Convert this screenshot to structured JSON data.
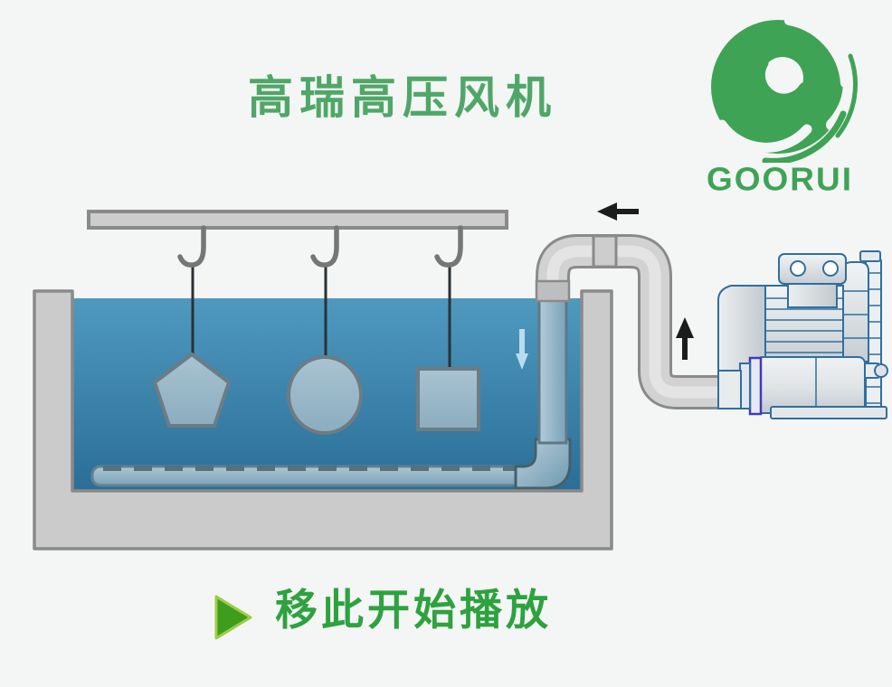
{
  "header": {
    "title": "高瑞高压风机",
    "brand": "GOORUI"
  },
  "footer": {
    "play_label": "移此开始播放"
  },
  "colors": {
    "background": "#f4f5f5",
    "title_green": "#4fa767",
    "logo_green": "#3fa356",
    "play_text_green": "#2ea23f",
    "play_triangle_fill": "#3f9d1e",
    "play_triangle_border": "#9ccd44",
    "liquid_top": "#4f99bf",
    "liquid_bottom": "#2a6e97",
    "tank_gray": "#cbcbcb",
    "tank_border": "#8a8a8a",
    "pipe_gray": "#d2d2d2",
    "submerged_pipe_blue": "#8fb2c4",
    "blower_outline": "#2f6fa0",
    "muffler_ring_purple": "#4338b8",
    "arrow_black": "#1c1c1c",
    "arrow_water_blue": "#b9dcec"
  },
  "icons": [
    "goorui-vortex-icon",
    "play-icon",
    "flow-arrow-left-icon",
    "flow-arrow-up-icon",
    "flow-arrow-down-icon"
  ],
  "diagram": {
    "suspended_shapes": [
      "pentagon",
      "circle",
      "square"
    ],
    "components": [
      "hanger-rail",
      "hooks",
      "treatment-tank",
      "liquid",
      "diffuser-pipe",
      "riser-pipe",
      "pipe-assembly",
      "ring-blower"
    ]
  }
}
